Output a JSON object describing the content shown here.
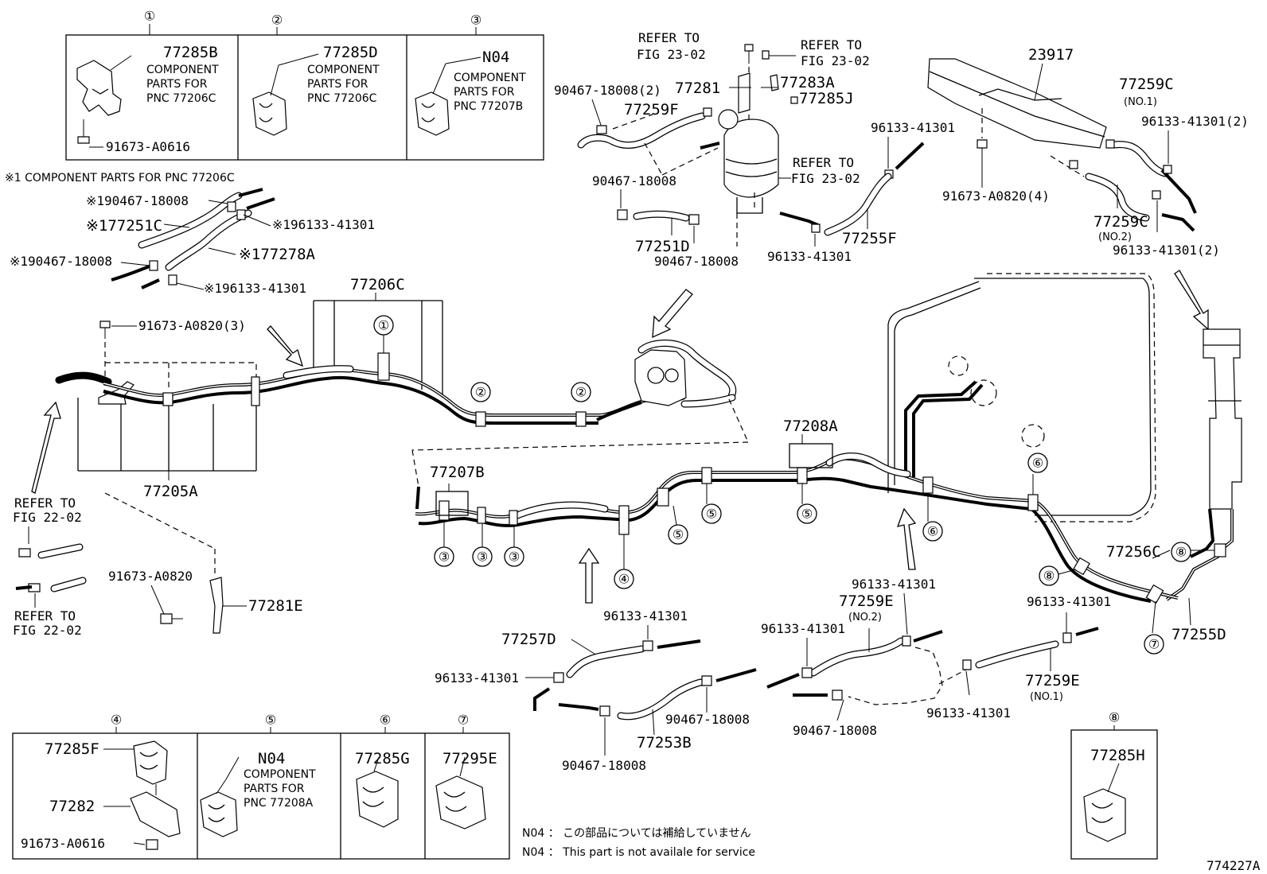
{
  "callouts": {
    "c1": "①",
    "c2": "②",
    "c3": "③",
    "c4": "④",
    "c5": "⑤",
    "c6": "⑥",
    "c7": "⑦",
    "c8": "⑧"
  },
  "box1": {
    "part": "77285B",
    "component_lines": [
      "COMPONENT",
      "PARTS FOR",
      "PNC 77206C"
    ],
    "bolt": "91673-A0616"
  },
  "box2": {
    "part": "77285D",
    "component_lines": [
      "COMPONENT",
      "PARTS FOR",
      "PNC 77206C"
    ]
  },
  "box3": {
    "part": "N04",
    "component_lines": [
      "COMPONENT",
      "PARTS FOR",
      "PNC 77207B"
    ]
  },
  "box4": {
    "part_a": "77285F",
    "part_b": "77282",
    "bolt": "91673-A0616"
  },
  "box5": {
    "part": "N04",
    "component_lines": [
      "COMPONENT",
      "PARTS FOR",
      "PNC 77208A"
    ]
  },
  "box6": {
    "part": "77285G"
  },
  "box7": {
    "part": "77295E"
  },
  "box8": {
    "part": "77285H"
  },
  "note_component": "※1 COMPONENT PARTS FOR PNC 77206C",
  "left_group": {
    "l1": "※190467-18008",
    "l2": "※177251C",
    "l3": "※196133-41301",
    "l4": "※190467-18008",
    "l5": "※177278A",
    "l6": "※196133-41301"
  },
  "labels": {
    "p77206C": "77206C",
    "bolt_3": "91673-A0820(3)",
    "p77205A": "77205A",
    "refer22a_1": "REFER TO",
    "refer22a_2": "FIG 22-02",
    "refer22b_1": "REFER TO",
    "refer22b_2": "FIG 22-02",
    "bolt_single": "91673-A0820",
    "p77281E": "77281E",
    "refer23a_1": "REFER TO",
    "refer23a_2": "FIG 23-02",
    "refer23b_1": "REFER TO",
    "refer23b_2": "FIG 23-02",
    "refer23c_1": "REFER TO",
    "refer23c_2": "FIG 23-02",
    "clip_2": "90467-18008(2)",
    "p77281": "77281",
    "p77283A": "77283A",
    "p77285J": "77285J",
    "p77259F": "77259F",
    "clip_a": "90467-18008",
    "p77251D": "77251D",
    "clip_b": "90467-18008",
    "clamp_a": "96133-41301",
    "clamp_b": "96133-41301",
    "p77255F": "77255F",
    "p23917": "23917",
    "bolt_4": "91673-A0820(4)",
    "p77259C1": "77259C",
    "no1_a": "(NO.1)",
    "clamp_2a": "96133-41301(2)",
    "p77259C2": "77259C",
    "no2_a": "(NO.2)",
    "clamp_2b": "96133-41301(2)",
    "p77208A": "77208A",
    "p77207B": "77207B",
    "p77256C": "77256C",
    "p77255D": "77255D",
    "clamp_c": "96133-41301",
    "p77259E2": "77259E",
    "no2_b": "(NO.2)",
    "clamp_d": "96133-41301",
    "clamp_e": "96133-41301",
    "p77259E1": "77259E",
    "no1_b": "(NO.1)",
    "clamp_f": "96133-41301",
    "p77257D": "77257D",
    "clamp_g": "96133-41301",
    "clamp_h": "96133-41301",
    "p77253B": "77253B",
    "clip_c": "90467-18008",
    "clip_d": "90467-18008",
    "clip_e": "90467-18008"
  },
  "notes": {
    "jp": "N04 ： この部品については補給していません",
    "en": "N04 ： This part is not availale for service"
  },
  "figure_id": "774227A"
}
